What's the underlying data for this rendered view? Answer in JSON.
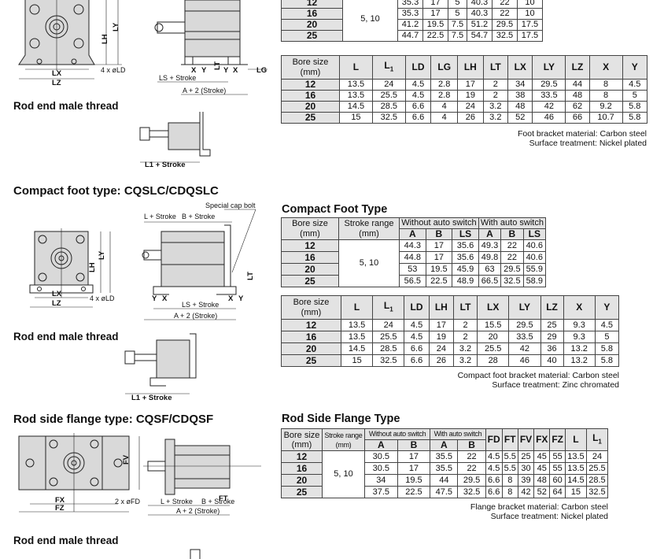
{
  "foot": {
    "rod_end_heading": "Rod end male thread",
    "table_top": {
      "rows": [
        {
          "bore": "12",
          "stroke": "",
          "A": "35.3",
          "B": "17",
          "LS": "5",
          "A2": "40.3",
          "B2": "22",
          "LS2": "10"
        },
        {
          "bore": "16",
          "stroke": "5, 10",
          "A": "35.3",
          "B": "17",
          "LS": "5",
          "A2": "40.3",
          "B2": "22",
          "LS2": "10"
        },
        {
          "bore": "20",
          "stroke": "",
          "A": "41.2",
          "B": "19.5",
          "LS": "7.5",
          "A2": "51.2",
          "B2": "29.5",
          "LS2": "17.5"
        },
        {
          "bore": "25",
          "stroke": "",
          "A": "44.7",
          "B": "22.5",
          "LS": "7.5",
          "A2": "54.7",
          "B2": "32.5",
          "LS2": "17.5"
        }
      ]
    },
    "table_dims": {
      "headers": [
        "Bore size (mm)",
        "L",
        "L1",
        "LD",
        "LG",
        "LH",
        "LT",
        "LX",
        "LY",
        "LZ",
        "X",
        "Y"
      ],
      "rows": [
        [
          "12",
          "13.5",
          "24",
          "4.5",
          "2.8",
          "17",
          "2",
          "34",
          "29.5",
          "44",
          "8",
          "4.5"
        ],
        [
          "16",
          "13.5",
          "25.5",
          "4.5",
          "2.8",
          "19",
          "2",
          "38",
          "33.5",
          "48",
          "8",
          "5"
        ],
        [
          "20",
          "14.5",
          "28.5",
          "6.6",
          "4",
          "24",
          "3.2",
          "48",
          "42",
          "62",
          "9.2",
          "5.8"
        ],
        [
          "25",
          "15",
          "32.5",
          "6.6",
          "4",
          "26",
          "3.2",
          "52",
          "46",
          "66",
          "10.7",
          "5.8"
        ]
      ]
    },
    "material": "Foot bracket material: Carbon steel",
    "surface": "Surface treatment: Nickel plated",
    "drawing_labels": {
      "lh": "LH",
      "ly": "LY",
      "lx": "LX",
      "lz": "LZ",
      "ld": "4 x øLD",
      "x": "X",
      "y": "Y",
      "lt": "LT",
      "lg": "LG",
      "ls": "LS + Stroke",
      "a": "A + 2 (Stroke)",
      "l1": "L1 + Stroke"
    }
  },
  "compact": {
    "section_heading": "Compact foot type: CQSLC/CDQSLC",
    "table_heading": "Compact Foot Type",
    "rod_end_heading": "Rod end male thread",
    "special_cap_bolt": "Special cap bolt",
    "header_labels": {
      "bore": "Bore size (mm)",
      "stroke": "Stroke range (mm)",
      "without": "Without auto switch",
      "with": "With auto switch",
      "a": "A",
      "b": "B",
      "ls": "LS"
    },
    "table_top": {
      "stroke": "5, 10",
      "rows": [
        {
          "bore": "12",
          "A": "44.3",
          "B": "17",
          "LS": "35.6",
          "A2": "49.3",
          "B2": "22",
          "LS2": "40.6"
        },
        {
          "bore": "16",
          "A": "44.8",
          "B": "17",
          "LS": "35.6",
          "A2": "49.8",
          "B2": "22",
          "LS2": "40.6"
        },
        {
          "bore": "20",
          "A": "53",
          "B": "19.5",
          "LS": "45.9",
          "A2": "63",
          "B2": "29.5",
          "LS2": "55.9"
        },
        {
          "bore": "25",
          "A": "56.5",
          "B": "22.5",
          "LS": "48.9",
          "A2": "66.5",
          "B2": "32.5",
          "LS2": "58.9"
        }
      ]
    },
    "table_dims": {
      "headers": [
        "Bore size (mm)",
        "L",
        "L1",
        "LD",
        "LH",
        "LT",
        "LX",
        "LY",
        "LZ",
        "X",
        "Y"
      ],
      "rows": [
        [
          "12",
          "13.5",
          "24",
          "4.5",
          "17",
          "2",
          "15.5",
          "29.5",
          "25",
          "9.3",
          "4.5"
        ],
        [
          "16",
          "13.5",
          "25.5",
          "4.5",
          "19",
          "2",
          "20",
          "33.5",
          "29",
          "9.3",
          "5"
        ],
        [
          "20",
          "14.5",
          "28.5",
          "6.6",
          "24",
          "3.2",
          "25.5",
          "42",
          "36",
          "13.2",
          "5.8"
        ],
        [
          "25",
          "15",
          "32.5",
          "6.6",
          "26",
          "3.2",
          "28",
          "46",
          "40",
          "13.2",
          "5.8"
        ]
      ]
    },
    "material": "Compact foot bracket material: Carbon steel",
    "surface": "Surface treatment: Zinc chromated",
    "drawing_labels": {
      "l": "L + Stroke",
      "b": "B + Stroke",
      "lh": "LH",
      "ly": "LY",
      "lx": "LX",
      "lz": "LZ",
      "ld": "4 x øLD",
      "y": "Y",
      "x": "X",
      "lt": "LT",
      "ls": "LS + Stroke",
      "a": "A + 2 (Stroke)",
      "l1": "L1 + Stroke"
    }
  },
  "flange": {
    "section_heading": "Rod side flange type: CQSF/CDQSF",
    "table_heading": "Rod Side Flange Type",
    "rod_end_heading": "Rod end male thread",
    "header_labels": {
      "bore": "Bore size (mm)",
      "stroke": "Stroke range (mm)",
      "without": "Without auto switch",
      "with": "With auto switch",
      "a": "A",
      "b": "B"
    },
    "dim_headers": [
      "FD",
      "FT",
      "FV",
      "FX",
      "FZ",
      "L",
      "L1"
    ],
    "table": {
      "stroke": "5, 10",
      "rows": [
        {
          "bore": "12",
          "A": "30.5",
          "B": "17",
          "A2": "35.5",
          "B2": "22",
          "FD": "4.5",
          "FT": "5.5",
          "FV": "25",
          "FX": "45",
          "FZ": "55",
          "L": "13.5",
          "L1": "24"
        },
        {
          "bore": "16",
          "A": "30.5",
          "B": "17",
          "A2": "35.5",
          "B2": "22",
          "FD": "4.5",
          "FT": "5.5",
          "FV": "30",
          "FX": "45",
          "FZ": "55",
          "L": "13.5",
          "L1": "25.5"
        },
        {
          "bore": "20",
          "A": "34",
          "B": "19.5",
          "A2": "44",
          "B2": "29.5",
          "FD": "6.6",
          "FT": "8",
          "FV": "39",
          "FX": "48",
          "FZ": "60",
          "L": "14.5",
          "L1": "28.5"
        },
        {
          "bore": "25",
          "A": "37.5",
          "B": "22.5",
          "A2": "47.5",
          "B2": "32.5",
          "FD": "6.6",
          "FT": "8",
          "FV": "42",
          "FX": "52",
          "FZ": "64",
          "L": "15",
          "L1": "32.5"
        }
      ]
    },
    "material": "Flange bracket material: Carbon steel",
    "surface": "Surface treatment: Nickel plated",
    "drawing_labels": {
      "fv": "FV",
      "fx": "FX",
      "fz": "FZ",
      "fd": "2 x øFD",
      "ft": "FT",
      "l": "L + Stroke",
      "b": "B + Stroke",
      "a": "A + 2 (Stroke)"
    }
  }
}
